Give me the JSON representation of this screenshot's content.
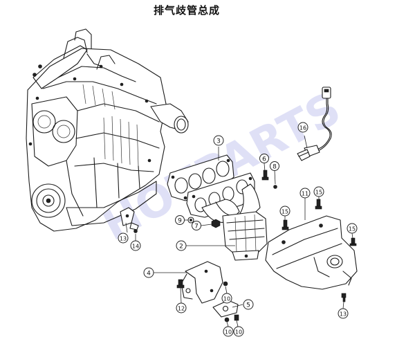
{
  "title": "排气歧管总成",
  "watermark": "HOTPARTS",
  "callouts": [
    {
      "id": "c2",
      "label": "2"
    },
    {
      "id": "c3",
      "label": "3"
    },
    {
      "id": "c4",
      "label": "4"
    },
    {
      "id": "c5",
      "label": "5"
    },
    {
      "id": "c6",
      "label": "6"
    },
    {
      "id": "c7",
      "label": "7"
    },
    {
      "id": "c8",
      "label": "8"
    },
    {
      "id": "c9",
      "label": "9"
    },
    {
      "id": "c10a",
      "label": "10"
    },
    {
      "id": "c10b",
      "label": "10"
    },
    {
      "id": "c10c",
      "label": "10"
    },
    {
      "id": "c11",
      "label": "11"
    },
    {
      "id": "c12",
      "label": "12"
    },
    {
      "id": "c13a",
      "label": "13"
    },
    {
      "id": "c13b",
      "label": "13"
    },
    {
      "id": "c14",
      "label": "14"
    },
    {
      "id": "c15a",
      "label": "15"
    },
    {
      "id": "c15b",
      "label": "15"
    },
    {
      "id": "c15c",
      "label": "15"
    },
    {
      "id": "c16",
      "label": "16"
    }
  ]
}
